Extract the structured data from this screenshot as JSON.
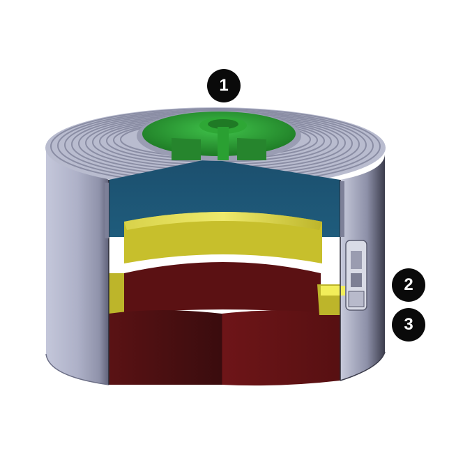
{
  "callouts": [
    {
      "label": "1"
    },
    {
      "label": "2"
    },
    {
      "label": "3"
    }
  ],
  "colors": {
    "background": "#ffffff",
    "steel_shell": "#a4a7c0",
    "coil_windings": "#9c9fb6",
    "top_core_green": "#2e9e36",
    "upper_section_blue": "#1d5677",
    "middle_ring_yellow": "#c9c233",
    "lower_section_red": "#6f1518",
    "callout_badge": "#0a0a0a"
  }
}
